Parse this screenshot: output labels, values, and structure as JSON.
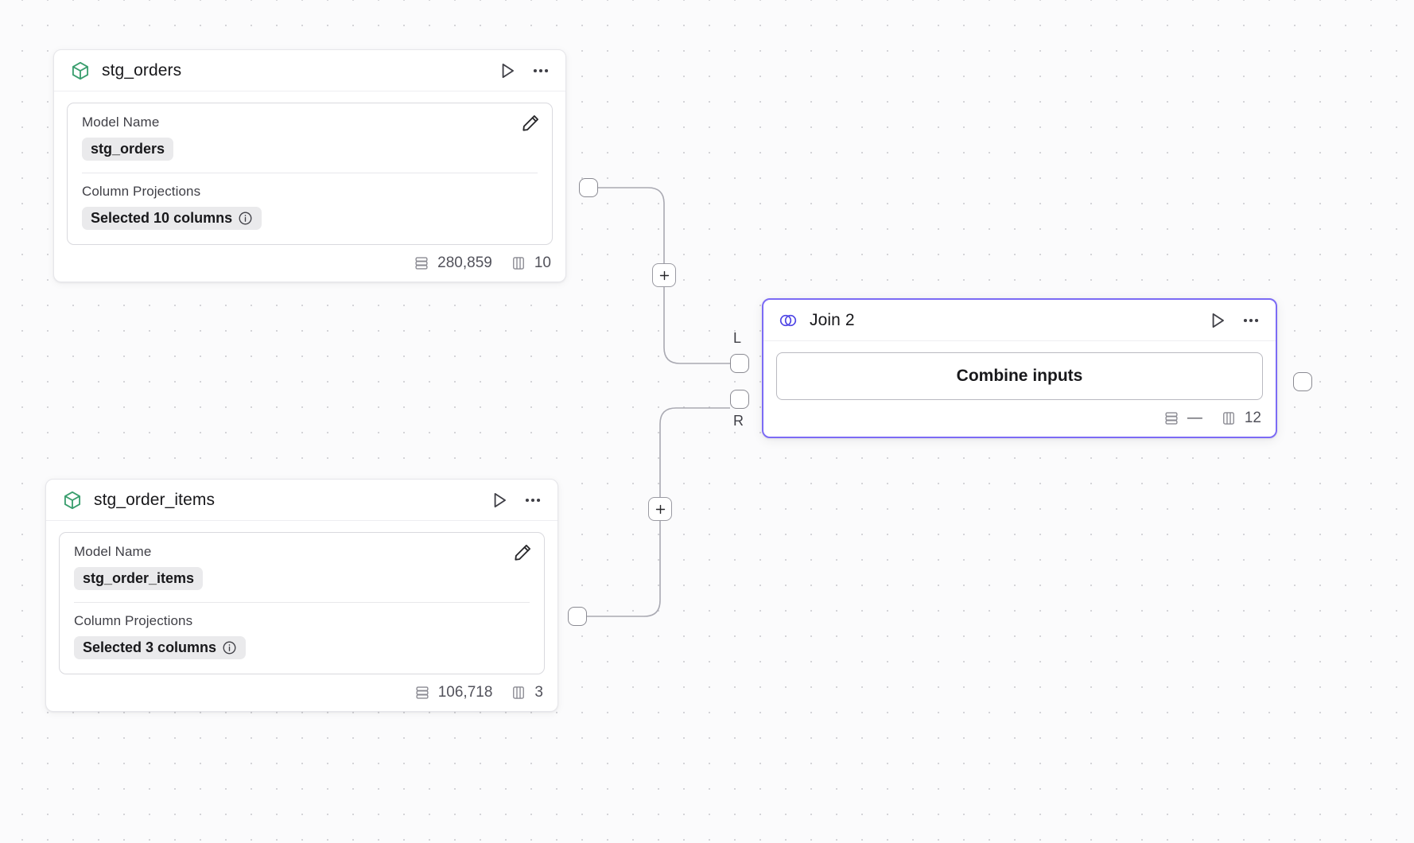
{
  "canvas": {
    "background_color": "#fbfbfc",
    "dot_color": "#d4d4d8",
    "accent_color": "#7c6bf5",
    "model_icon_color": "#3a9e6e"
  },
  "nodes": [
    {
      "id": "stg_orders",
      "type": "model",
      "icon": "cube-icon",
      "title": "stg_orders",
      "selected": false,
      "fields": [
        {
          "label": "Model Name",
          "value": "stg_orders",
          "has_info": false
        },
        {
          "label": "Column Projections",
          "value": "Selected 10 columns",
          "has_info": true
        }
      ],
      "footer": {
        "rows": "280,859",
        "columns": "10"
      },
      "actions": {
        "run": "run-icon",
        "menu": "more-icon",
        "edit": "edit-icon"
      }
    },
    {
      "id": "stg_order_items",
      "type": "model",
      "icon": "cube-icon",
      "title": "stg_order_items",
      "selected": false,
      "fields": [
        {
          "label": "Model Name",
          "value": "stg_order_items",
          "has_info": false
        },
        {
          "label": "Column Projections",
          "value": "Selected 3 columns",
          "has_info": true
        }
      ],
      "footer": {
        "rows": "106,718",
        "columns": "3"
      },
      "actions": {
        "run": "run-icon",
        "menu": "more-icon",
        "edit": "edit-icon"
      }
    },
    {
      "id": "join_2",
      "type": "join",
      "icon": "join-icon",
      "title": "Join 2",
      "selected": true,
      "body_label": "Combine inputs",
      "input_ports": [
        {
          "id": "left",
          "label": "L"
        },
        {
          "id": "right",
          "label": "R"
        }
      ],
      "footer": {
        "rows": "—",
        "columns": "12"
      },
      "actions": {
        "run": "run-icon",
        "menu": "more-icon"
      }
    }
  ],
  "edges": [
    {
      "from": "stg_orders",
      "to": "join_2",
      "to_port": "L",
      "add_button": "+"
    },
    {
      "from": "stg_order_items",
      "to": "join_2",
      "to_port": "R",
      "add_button": "+"
    }
  ],
  "labels": {
    "add_node_button": "+"
  }
}
